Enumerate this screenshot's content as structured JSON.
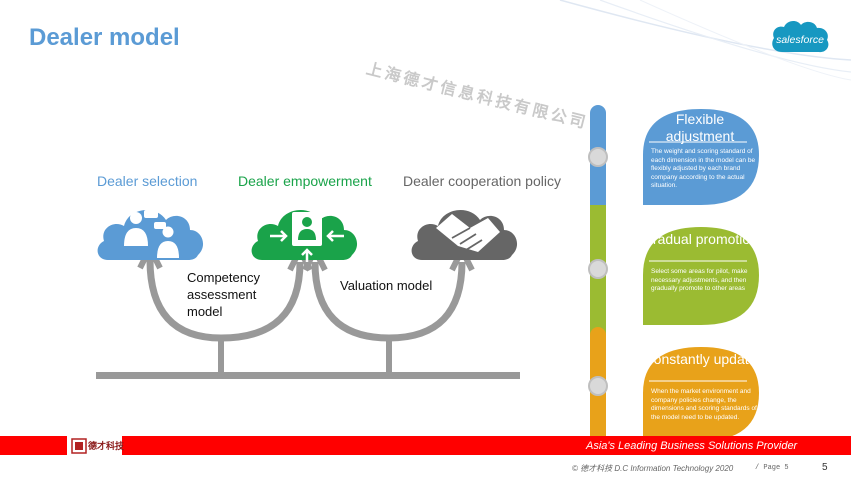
{
  "slide": {
    "title": "Dealer model",
    "watermark": "上海德才信息科技有限公司",
    "brand_logo_text": "salesforce"
  },
  "colors": {
    "title_blue": "#5b9bd5",
    "green": "#1aa34a",
    "gray": "#666666",
    "timeline_blue": "#5b9bd5",
    "timeline_green": "#9bbb32",
    "timeline_orange": "#e8a21a",
    "footer_red": "#ff0000"
  },
  "clouds": [
    {
      "label": "Dealer selection",
      "icon": "people-chat-icon",
      "color": "#5b9bd5"
    },
    {
      "label": "Dealer empowerment",
      "icon": "person-arrows-icon",
      "color": "#1aa34a"
    },
    {
      "label": "Dealer cooperation policy",
      "icon": "handshake-icon",
      "color": "#666666"
    }
  ],
  "models": {
    "competency": "Competency assessment model",
    "valuation": "Valuation model"
  },
  "bubbles": [
    {
      "title": "Flexible adjustment",
      "body": "The weight and scoring standard of each dimension in the model can be flexibly adjusted by each brand company according to the actual situation."
    },
    {
      "title": "Gradual promotion",
      "body": "Select some areas for pilot, make necessary adjustments, and then gradually promote to other areas"
    },
    {
      "title": "Constantly update",
      "body": "When the market environment and company policies change, the dimensions and scoring standards of the model need to be updated."
    }
  ],
  "footer": {
    "company_logo_text": "德才科技",
    "tagline": "Asia's Leading Business Solutions Provider",
    "copyright": "© 德才科技 D.C Information Technology 2020",
    "page_label": "/ Page 5",
    "page_number": "5"
  }
}
